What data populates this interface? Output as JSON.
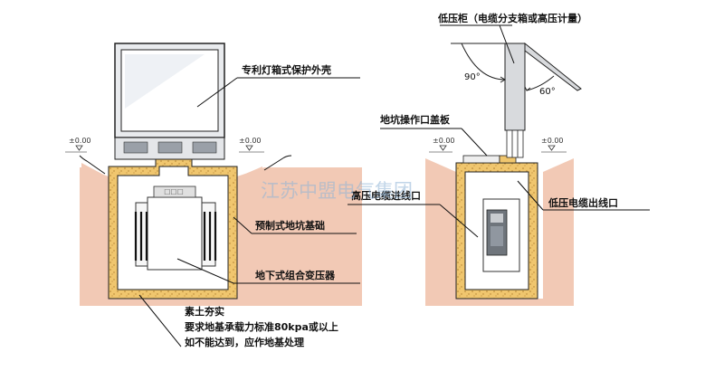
{
  "labels": {
    "lightbox_shell": "专利灯箱式保护外壳",
    "precast_pit_base": "预制式地坑基础",
    "underground_transformer": "地下式组合变压器",
    "soil_note_line1": "素土夯实",
    "soil_note_line2": "要求地基承载力标准80kpa或以上",
    "soil_note_line3": "如不能达到，应作地基处理",
    "lv_cabinet": "低压柜（电缆分支箱或高压计量）",
    "pit_cover": "地坑操作口盖板",
    "hv_cable_in": "高压电缆进线口",
    "lv_cable_out": "低压电缆出线口",
    "angle_90": "90°",
    "angle_60": "60°"
  },
  "ground_level": [
    "±0.00",
    "±0.00",
    "±0.00",
    "±0.00"
  ],
  "watermark": "江苏中盟电气集团",
  "colors": {
    "soil": "#f2c9b5",
    "concrete": "#f0c66e",
    "shell": "#e8eaec",
    "frame_line": "#333333"
  }
}
